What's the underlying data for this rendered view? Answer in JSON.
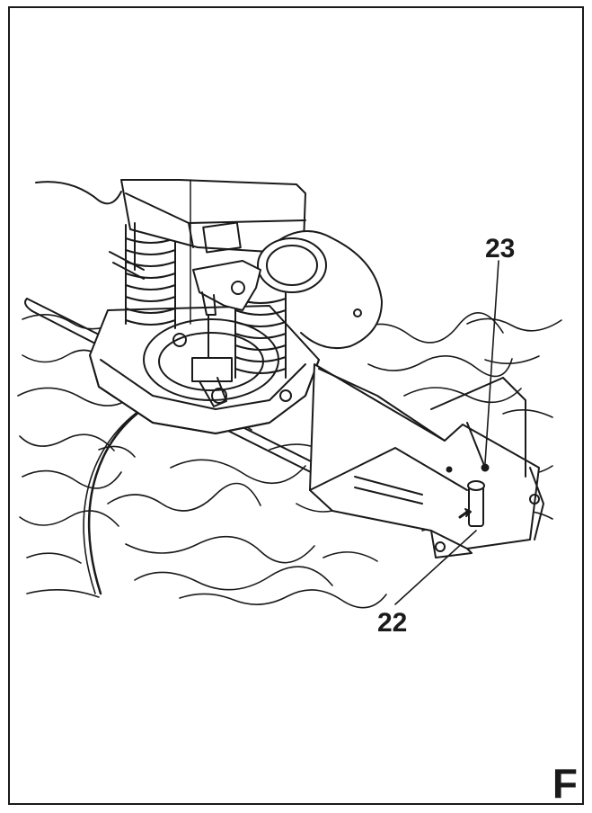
{
  "figure": {
    "label": "F"
  },
  "callouts": {
    "c23": "23",
    "c22": "22"
  },
  "colors": {
    "ink": "#1a1a1a",
    "paper": "#ffffff",
    "shade": "#d9d9d9"
  }
}
